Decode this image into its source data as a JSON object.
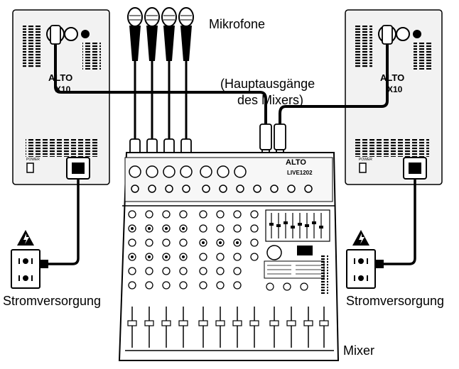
{
  "labels": {
    "microphones": "Mikrofone",
    "main_outputs_line1": "(Hauptausgänge",
    "main_outputs_line2": "des Mixers)",
    "power_left": "Stromversorgung",
    "power_right": "Stromversorgung",
    "mixer": "Mixer"
  },
  "speaker": {
    "brand": "ALTO",
    "model": "X10",
    "power_label": "POWER"
  },
  "mixer_device": {
    "brand": "ALTO",
    "model": "LIVE1202"
  },
  "colors": {
    "line": "#000000",
    "panel_fill": "#f2f2f2",
    "device_fill": "#ffffff"
  }
}
